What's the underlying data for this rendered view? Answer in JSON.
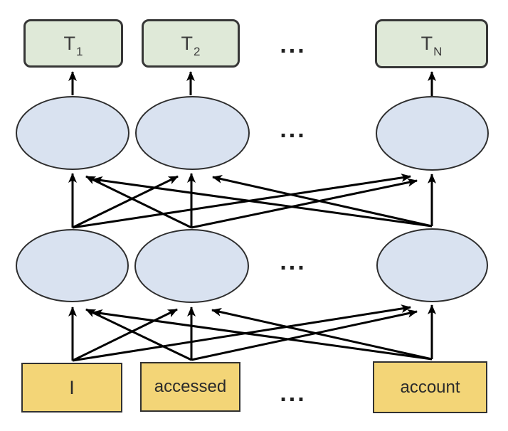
{
  "diagram": {
    "output_nodes": [
      {
        "main": "T",
        "sub": "1"
      },
      {
        "main": "T",
        "sub": "2"
      },
      {
        "main": "T",
        "sub": "N"
      }
    ],
    "input_tokens": [
      "I",
      "accessed",
      "account"
    ],
    "ellipsis": "...",
    "colors": {
      "output_box_fill": "#dfe9d8",
      "hidden_node_fill": "#d9e2f0",
      "input_box_fill": "#f3d577",
      "outline": "#373737",
      "arrow": "#000000"
    }
  }
}
